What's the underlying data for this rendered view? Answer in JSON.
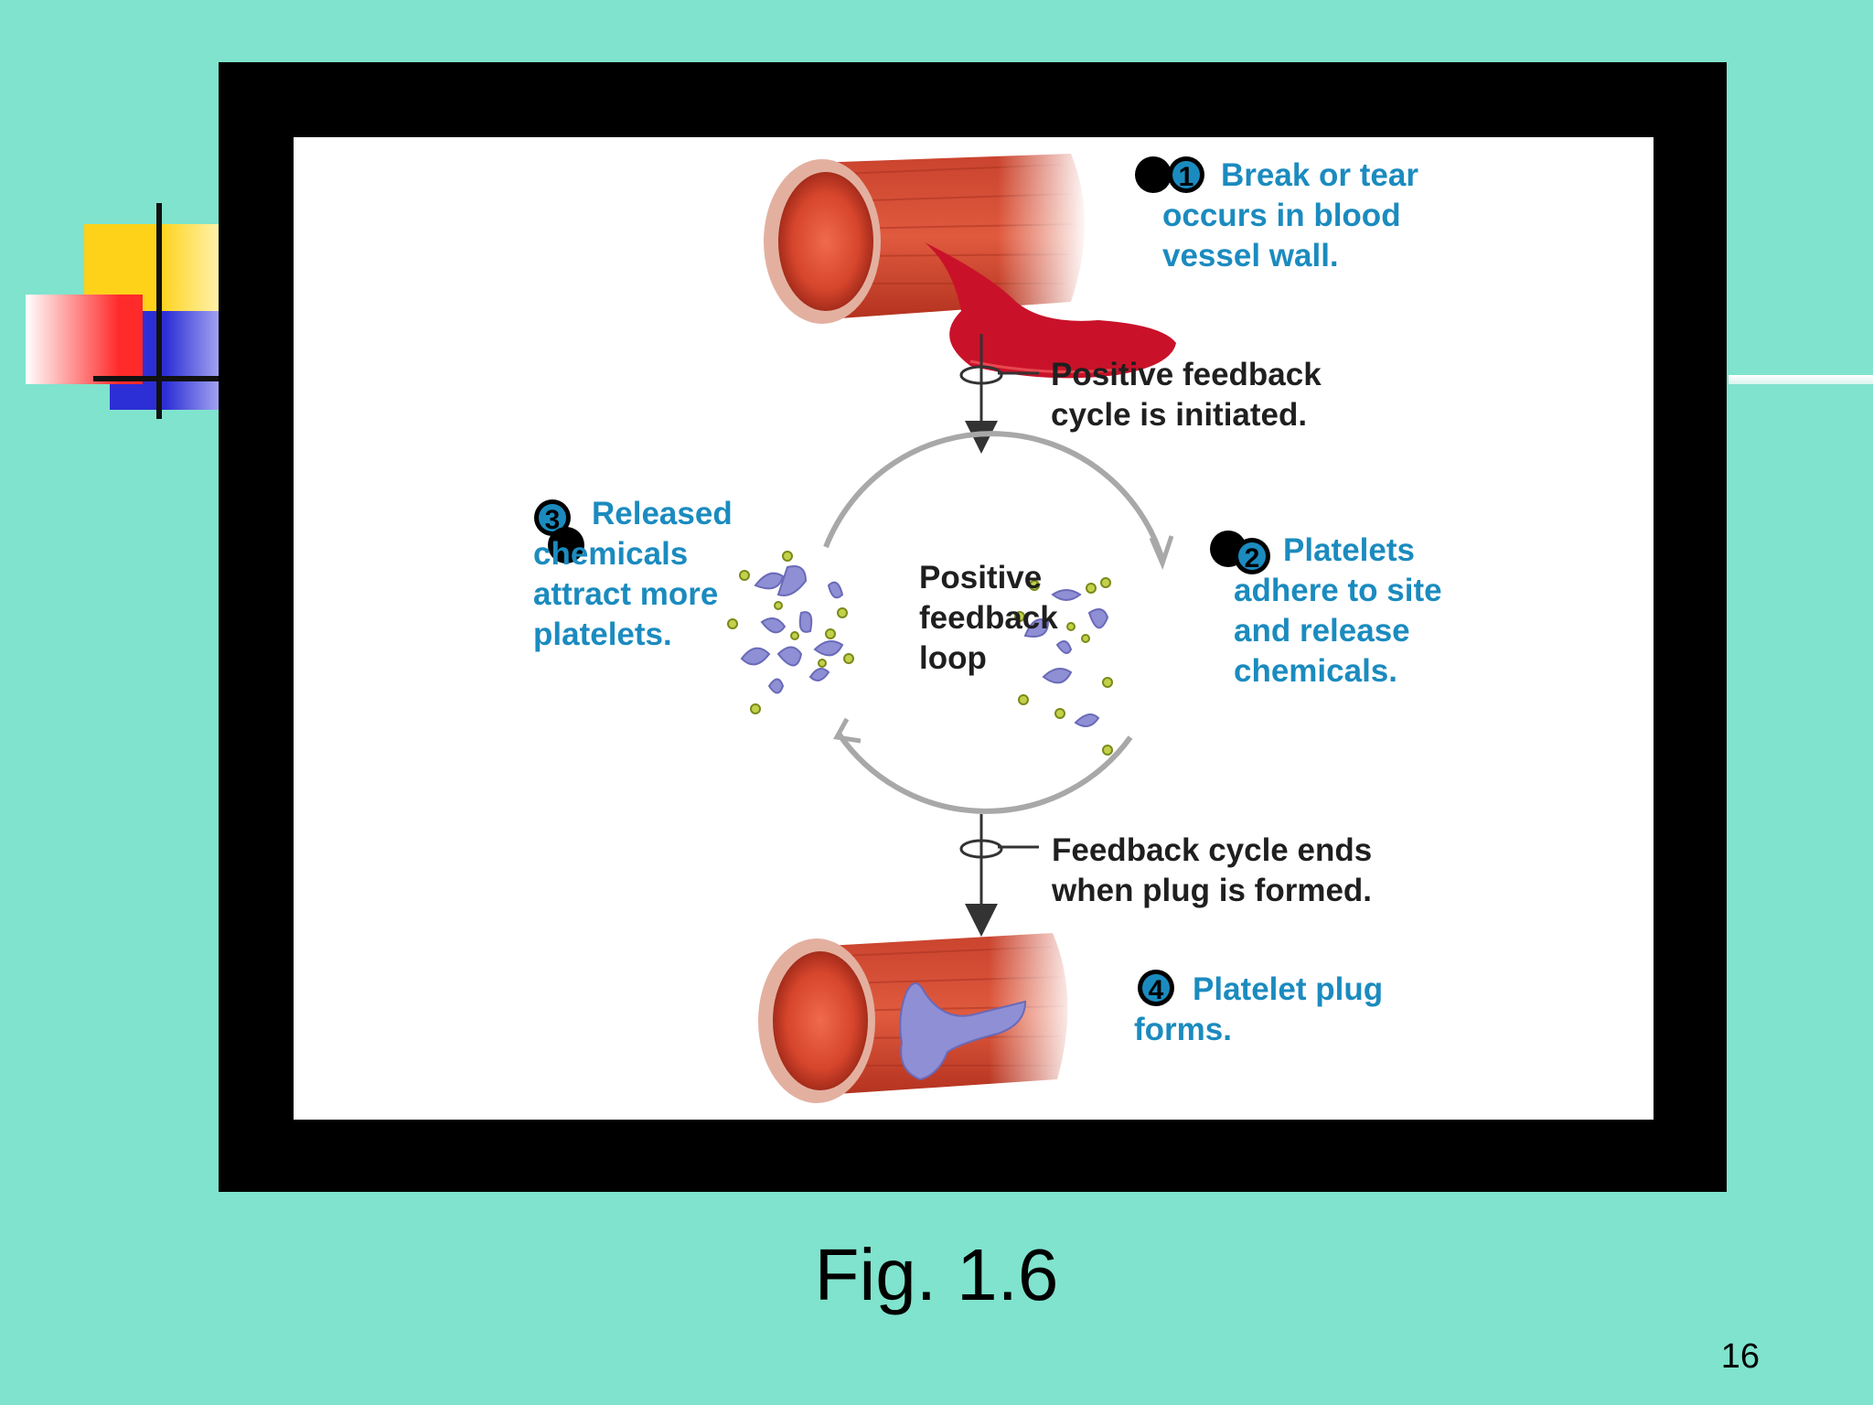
{
  "steps": {
    "step1": {
      "number": "1",
      "text": "Break or tear\noccurs in blood\nvessel wall."
    },
    "step2": {
      "number": "2",
      "text": "Platelets\nadhere to site\nand release\nchemicals."
    },
    "step3": {
      "number": "3",
      "text": "Released\nchemicals\nattract more\nplatelets."
    },
    "step4": {
      "number": "4",
      "text": "Platelet plug\nforms."
    }
  },
  "labels": {
    "initiated": "Positive feedback\ncycle is initiated.",
    "loop": "Positive\nfeedback\nloop",
    "ends": "Feedback cycle ends\nwhen plug is formed."
  },
  "caption": "Fig. 1.6",
  "page_number": "16",
  "colors": {
    "background": "#7fe3cd",
    "frame": "#000000",
    "callout_text": "#1b8bbf",
    "vessel": "#d9442f",
    "platelet": "#8f8fd6"
  }
}
